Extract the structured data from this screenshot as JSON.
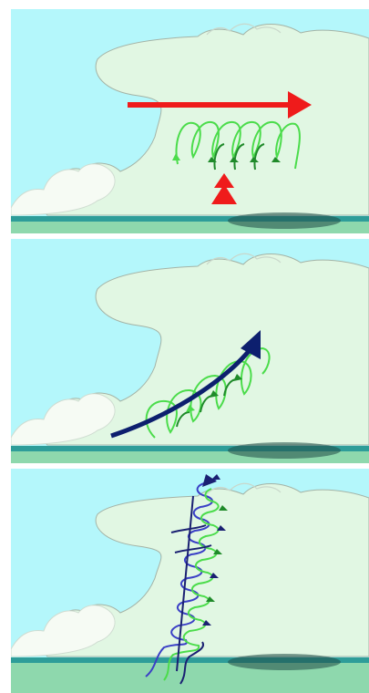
{
  "diagram": {
    "panels": [
      {
        "id": "horizontal-vorticity",
        "arrows": [
          "wind-shear-arrow",
          "updraft-arrow"
        ]
      },
      {
        "id": "tilting-vorticity",
        "arrows": [
          "tilted-axis-arrow"
        ]
      },
      {
        "id": "vertical-rotation",
        "arrows": [
          "vertical-helix-arrows"
        ]
      }
    ]
  },
  "colors": {
    "sky": "#b4f7fb",
    "cloud_anvil": "#e1f7e3",
    "cloud_outline": "#a4b3a6",
    "cumulus": "#f6fbf4",
    "ground_strip": "#8ed8ad",
    "ground_band": "#2e9d99",
    "rain_shaft": "#1f4b45",
    "shear_arrow": "#ef1b1b",
    "updraft_arrow": "#ef1b1b",
    "vortex_light": "#4bdc4b",
    "vortex_dark": "#1f8a2a",
    "axis_arrow": "#0d1f6e",
    "helix_blue": "#3a3fc6",
    "helix_navy": "#1a2072"
  }
}
